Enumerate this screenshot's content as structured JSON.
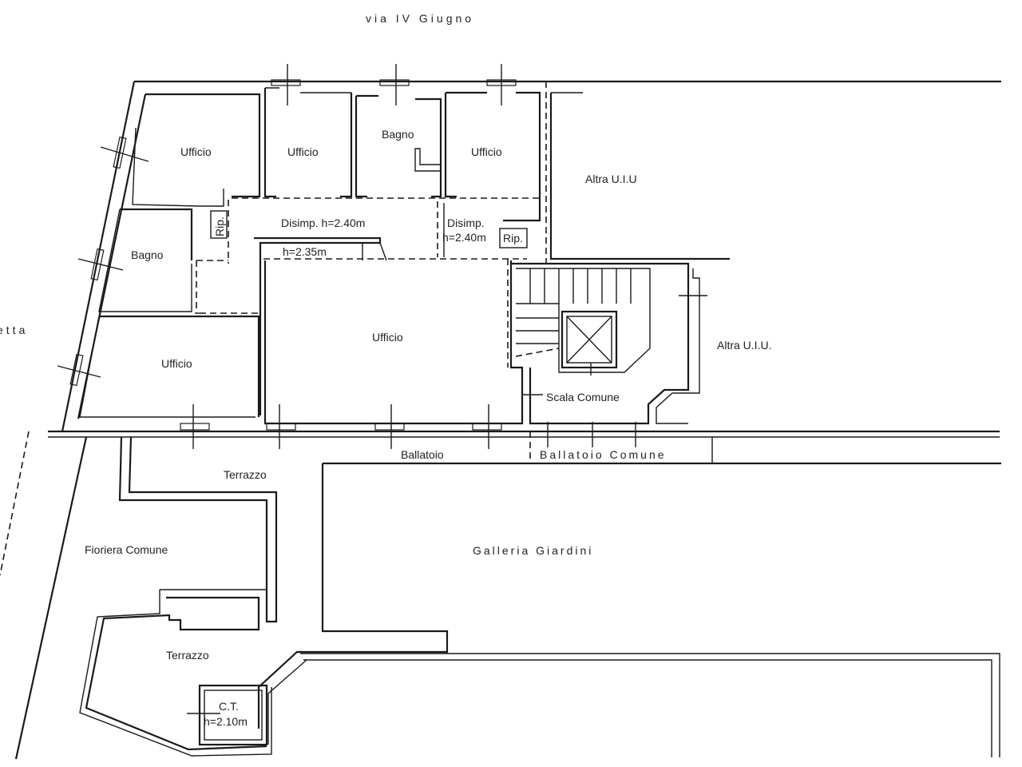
{
  "streets": {
    "top": "via IV Giugno",
    "left_partial": "etta"
  },
  "rooms": {
    "ufficio_top_left": "Ufficio",
    "ufficio_top_2": "Ufficio",
    "bagno_top": "Bagno",
    "ufficio_top_3": "Ufficio",
    "altra_uiu_1": "Altra U.I.U",
    "rip_left": "Rip.",
    "disimp_main": "Disimp. h=2.40m",
    "disimp_right_line1": "Disimp.",
    "disimp_right_line2": "h=2.40m",
    "rip_right": "Rip.",
    "h_235": "h=2.35m",
    "bagno_left": "Bagno",
    "ufficio_center": "Ufficio",
    "altra_uiu_2": "Altra U.I.U.",
    "ufficio_bottom_left": "Ufficio",
    "scala_comune": "Scala Comune"
  },
  "outdoor": {
    "ballatoio": "Ballatoio",
    "ballatoio_comune": "Ballatoio Comune",
    "terrazzo_upper": "Terrazzo",
    "fioriera_comune": "Fioriera Comune",
    "galleria_giardini": "Galleria Giardini",
    "terrazzo_lower": "Terrazzo",
    "ct_line1": "C.T.",
    "ct_line2": "h=2.10m"
  },
  "colors": {
    "line": "#1a1a1a",
    "text": "#222222",
    "background": "#ffffff"
  }
}
